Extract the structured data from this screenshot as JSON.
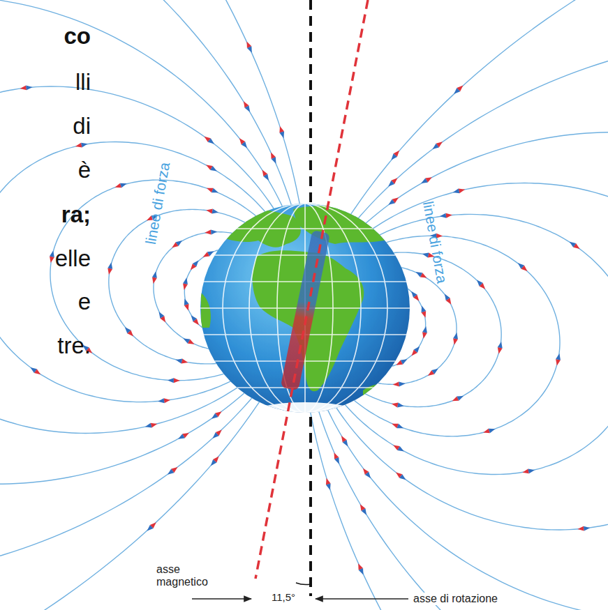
{
  "diagram": {
    "labels": [
      "co",
      "lli",
      "di",
      "è",
      "ra;",
      "elle",
      "e",
      "tre.",
      "linee di forza",
      "linee di forza",
      "asse magnetico",
      "11,5°",
      "asse di rotazione"
    ]
  }
}
